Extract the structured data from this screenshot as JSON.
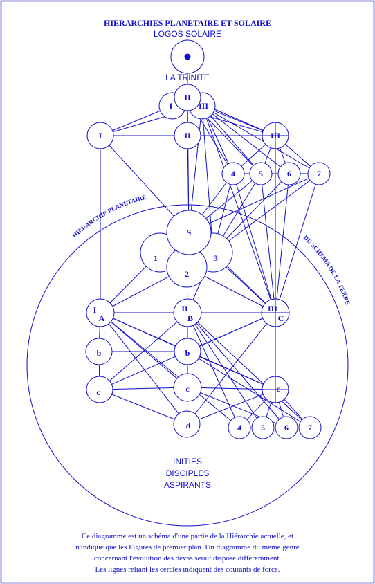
{
  "title": "HIERARCHIES PLANETAIRE ET SOLAIRE",
  "logos": "LOGOS SOLAIRE",
  "trinite": "LA TRINITE",
  "arc_left": "HIERARCHIE PLANETAIRE",
  "arc_right": "DU SCHEMA DE LA TERRE",
  "levels": [
    "INITIES",
    "DISCIPLES",
    "ASPIRANTS"
  ],
  "caption": [
    "Ce diagramme est un schéma d'une partie de la Hiérarchie actuelle, et",
    "n'indique que les Figures de premier plan. Un diagramme du même genre",
    "concernant l'évolution des dévas serait disposé différemment.",
    "Les lignes reliant les cercles indiquent des courants de force."
  ],
  "colors": {
    "ink": "#1010c8",
    "background": "#ffffff"
  },
  "nodes": {
    "logos": "",
    "t1": "I",
    "t2": "II",
    "t3": "III",
    "m1": "I",
    "m2": "II",
    "m3": "III",
    "r4": "4",
    "r5": "5",
    "r6": "6",
    "r7": "7",
    "s": "S",
    "s1": "1",
    "s2": "2",
    "s3": "3",
    "a1": "I",
    "a1b": "A",
    "b1": "II",
    "b1b": "B",
    "c1": "III",
    "c1b": "C",
    "bl": "b",
    "bm": "b",
    "cl": "c",
    "cm": "c",
    "cr": "c",
    "d": "d",
    "l4": "4",
    "l5": "5",
    "l6": "6",
    "l7": "7"
  }
}
